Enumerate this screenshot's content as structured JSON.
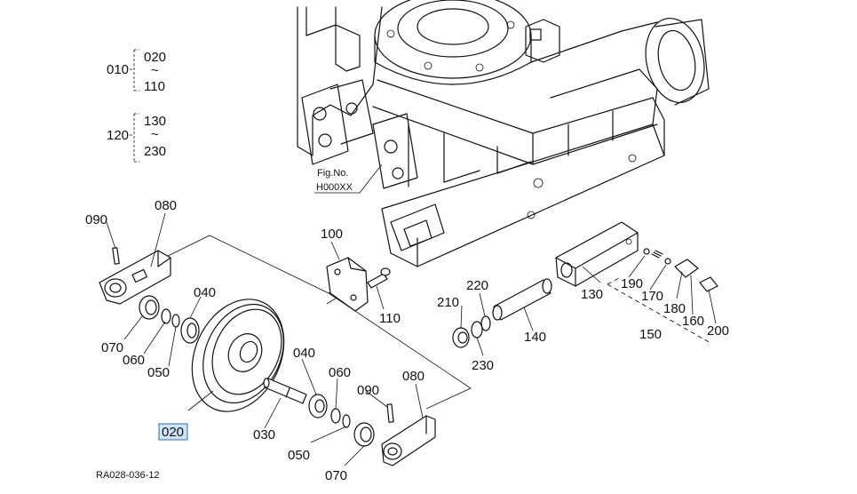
{
  "legend": {
    "group1": {
      "parent": "010",
      "from": "020",
      "tilde": "~",
      "to": "110"
    },
    "group2": {
      "parent": "120",
      "from": "130",
      "tilde": "~",
      "to": "230"
    }
  },
  "figure_ref": {
    "line1": "Fig.No.",
    "line2": "H000XX"
  },
  "diagram_code": "RA028-036-12",
  "callouts": {
    "c020": "020",
    "c030": "030",
    "c040a": "040",
    "c040b": "040",
    "c050a": "050",
    "c050b": "050",
    "c060a": "060",
    "c060b": "060",
    "c070a": "070",
    "c070b": "070",
    "c080a": "080",
    "c080b": "080",
    "c090a": "090",
    "c090b": "090",
    "c100": "100",
    "c110": "110",
    "c130": "130",
    "c140": "140",
    "c150": "150",
    "c160": "160",
    "c170": "170",
    "c180": "180",
    "c190": "190",
    "c200": "200",
    "c210": "210",
    "c220": "220",
    "c230": "230"
  },
  "highlighted_part": "020"
}
